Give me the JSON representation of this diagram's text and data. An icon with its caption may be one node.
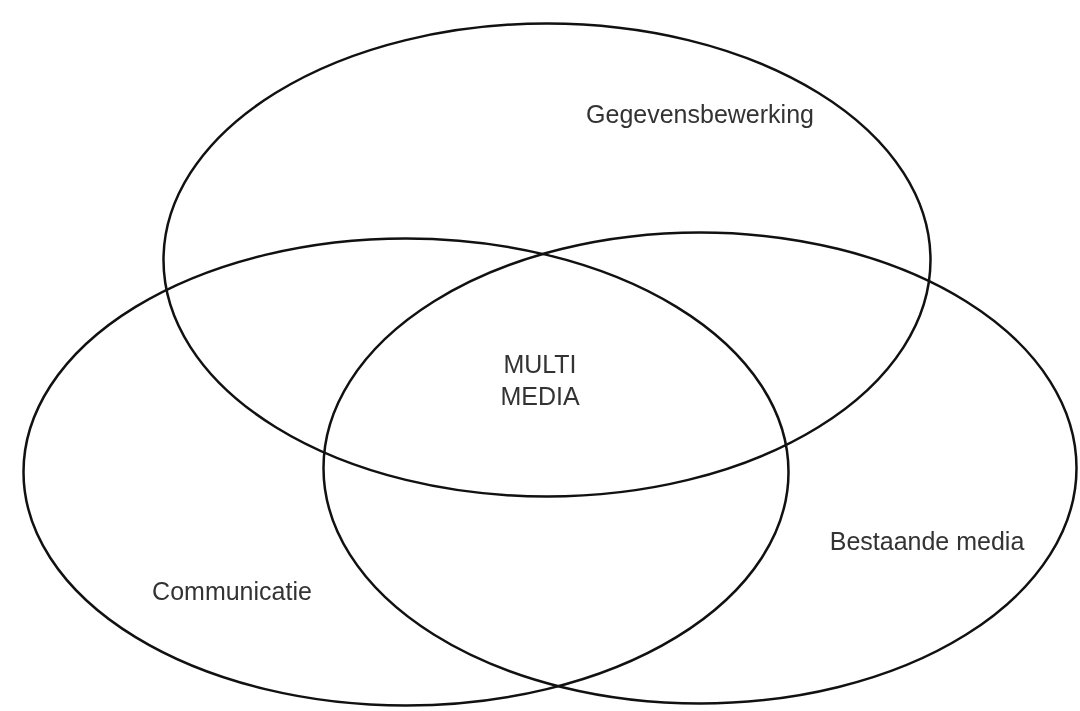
{
  "diagram": {
    "nodes": [
      {
        "text": [
          "Gegevensbewerking"
        ]
      },
      {
        "text": [
          "Communicatie"
        ]
      },
      {
        "text": [
          "Bestaande media"
        ]
      }
    ],
    "labels": [
      "MULTI MEDIA"
    ]
  }
}
